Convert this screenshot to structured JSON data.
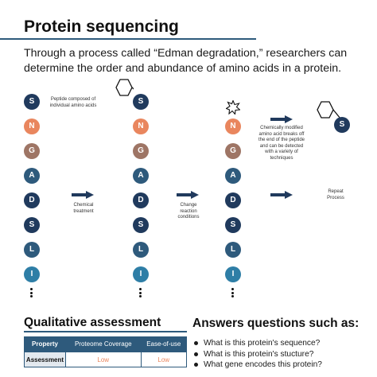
{
  "title": "Protein sequencing",
  "intro": "Through a process called “Edman degradation,” researchers can determine the order and abundance of amino acids in a protein.",
  "chain": [
    "S",
    "N",
    "G",
    "A",
    "D",
    "S",
    "L",
    "I"
  ],
  "chain_colors": [
    "navy",
    "orange",
    "brown",
    "slate",
    "navy",
    "navy",
    "slate",
    "teal"
  ],
  "stage4_bead": "S",
  "notes": {
    "peptide": "Peptide composed of individual amino acids",
    "chemical_treatment": "Chemical treatment",
    "change_conditions": "Change reaction conditions",
    "breaks_off": "Chemically modified amino acid breaks off the end of the peptide and can be detected with a variety of techniques",
    "repeat": "Repeat Process"
  },
  "qualitative": {
    "heading": "Qualitative assessment",
    "columns": [
      "Property",
      "Proteome Coverage",
      "Ease-of-use"
    ],
    "rows": [
      {
        "label": "Assessment",
        "coverage": "Low",
        "ease": "Low"
      }
    ]
  },
  "answers": {
    "heading": "Answers questions such as:",
    "items": [
      "What is this protein's sequence?",
      "What is this protein's stucture?",
      "What gene encodes this protein?"
    ]
  },
  "colors": {
    "navy": "#203a5d",
    "orange": "#e9865e",
    "brown": "#9e7565",
    "slate": "#2e5a7c",
    "teal": "#2e7ea6",
    "rule": "#2e5a7c"
  }
}
